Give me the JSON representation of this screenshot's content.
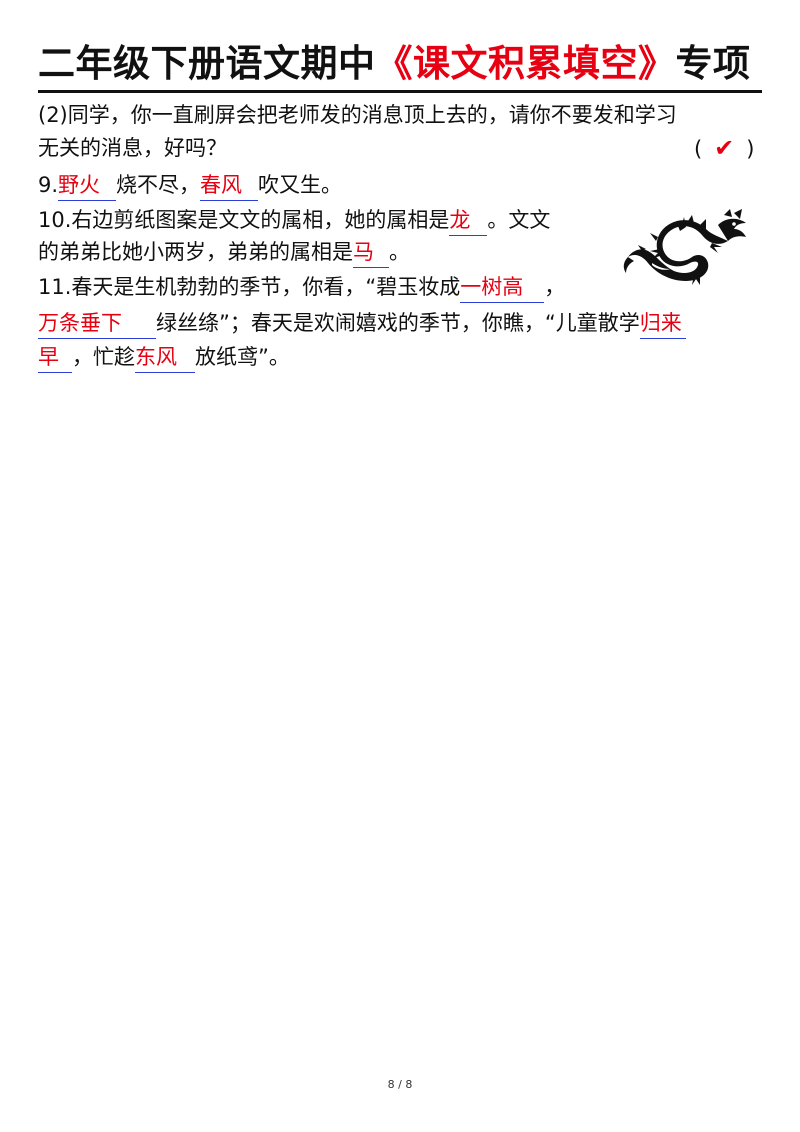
{
  "title": {
    "prefix": "二年级下册语文期中",
    "highlight": "《课文积累填空》",
    "suffix": "专项"
  },
  "q_2": {
    "line1": "(2)同学，你一直刷屏会把老师发的消息顶上去的，请你不要发和学习",
    "line2": "无关的消息，好吗？",
    "paren_open": "(",
    "mark": "✔",
    "paren_close": ")"
  },
  "q9": {
    "num": "9.",
    "ans1": "野火",
    "t1": "烧不尽，",
    "ans2": "春风",
    "t2": "吹又生。"
  },
  "q10": {
    "line1_a": "10.右边剪纸图案是文文的属相，她的属相是",
    "ans1": "龙",
    "line1_b": "。文文",
    "line2_a": "的弟弟比她小两岁，弟弟的属相是",
    "ans2": "马",
    "line2_b": "。",
    "image_icon": "dragon-papercut-icon"
  },
  "q11": {
    "line1_a": "11.春天是生机勃勃的季节，你看，“碧玉妆成",
    "ans1": "一树高",
    "line1_b": "，",
    "ans2": "万条垂下",
    "line2_a": "绿丝绦”；春天是欢闹嬉戏的季节，你瞧，“儿童散学",
    "ans3a": "归来",
    "ans3b": "早",
    "line3_a": "，忙趁",
    "ans4": "东风",
    "line3_b": "放纸鸢”。"
  },
  "footer": {
    "page": "8 / 8"
  },
  "colors": {
    "answer": "#e60012",
    "underline": "#2b3fd6",
    "text": "#111111"
  }
}
